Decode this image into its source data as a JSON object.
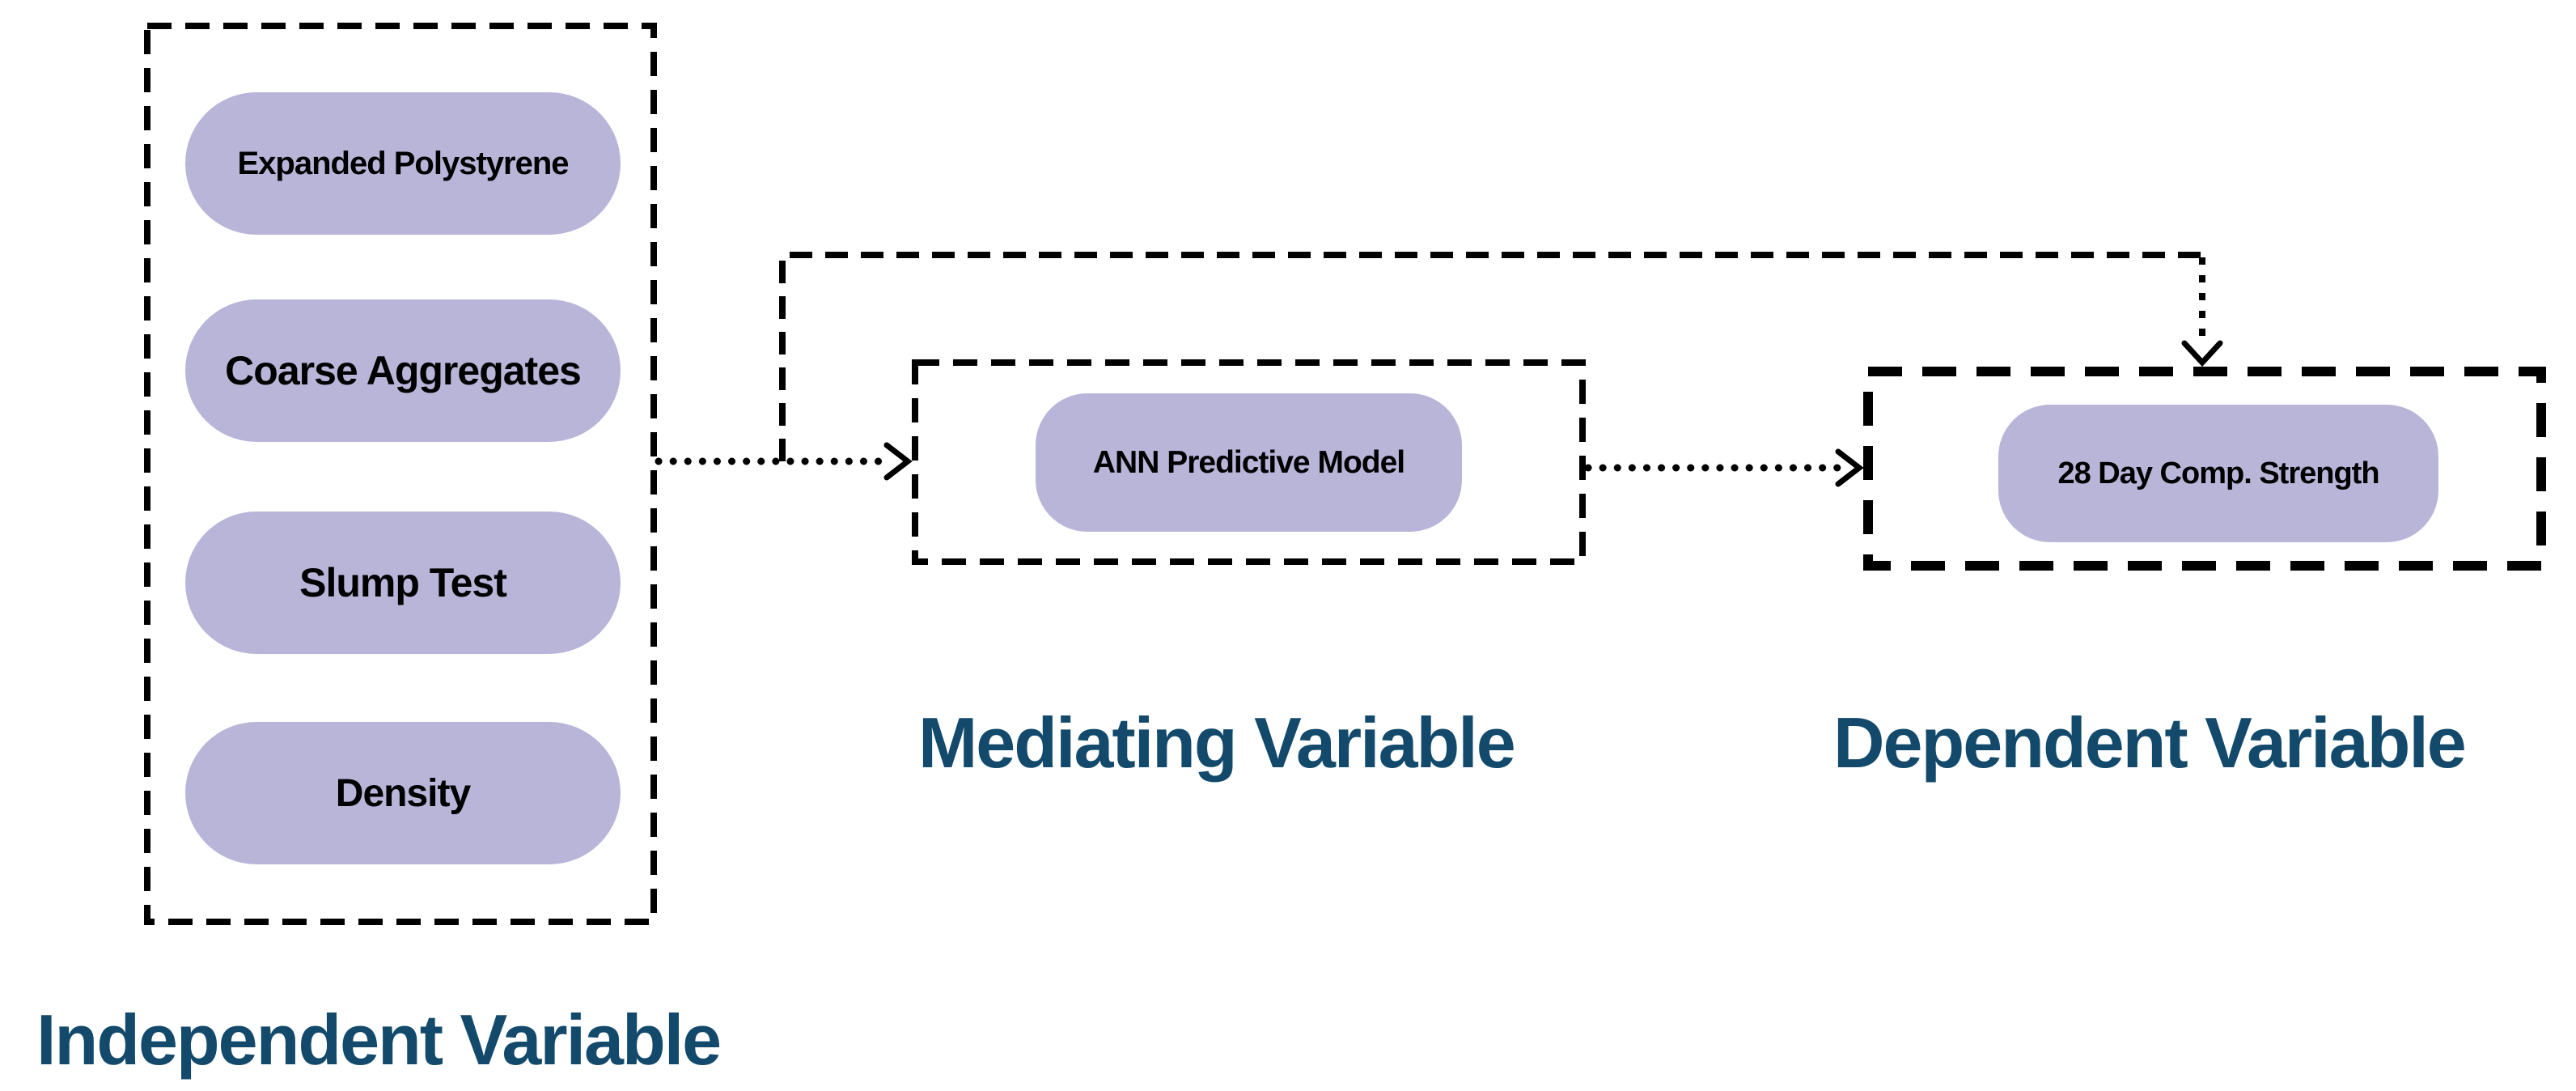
{
  "diagram": {
    "title": "Research variables flow diagram",
    "colors": {
      "background": "#ffffff",
      "pill_fill": "#b9b5d9",
      "pill_text": "#000000",
      "group_label": "#134a6b",
      "line": "#000000"
    },
    "independent_group": {
      "label": "Independent Variable",
      "items": [
        "Expanded Polystyrene",
        "Coarse Aggregates",
        "Slump Test",
        "Density"
      ]
    },
    "mediating_group": {
      "label": "Mediating Variable",
      "item": "ANN Predictive Model"
    },
    "dependent_group": {
      "label": "Dependent Variable",
      "item": "28 Day Comp. Strength"
    },
    "connectors": [
      "independent-to-mediating-dotted-arrow",
      "branch-dashed-line-over-top",
      "branch-descent-dotted-arrow-into-dependent",
      "mediating-to-dependent-dotted-arrow"
    ]
  }
}
